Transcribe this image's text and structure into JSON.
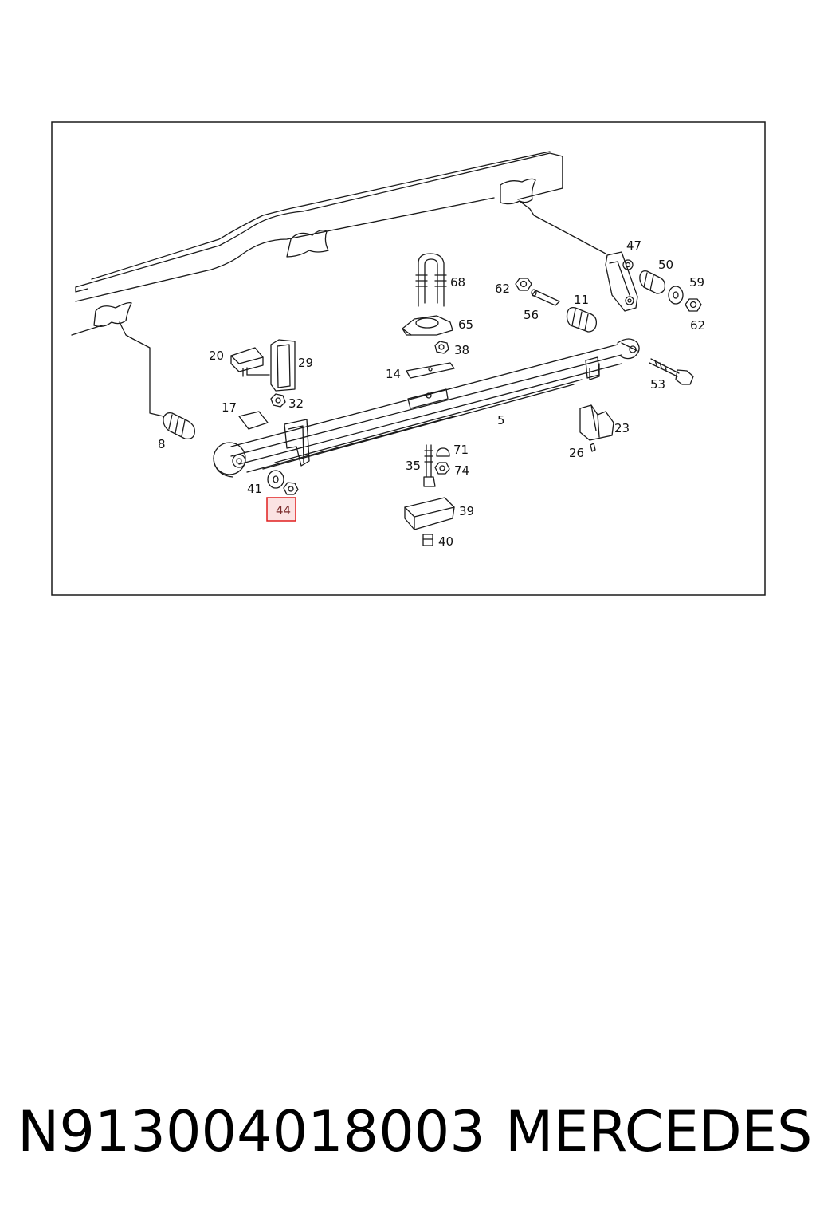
{
  "diagram": {
    "callouts": {
      "c5": "5",
      "c8": "8",
      "c11": "11",
      "c14": "14",
      "c17": "17",
      "c20": "20",
      "c23": "23",
      "c26": "26",
      "c29": "29",
      "c32": "32",
      "c35": "35",
      "c38": "38",
      "c39": "39",
      "c40": "40",
      "c41": "41",
      "c44": "44",
      "c47": "47",
      "c50": "50",
      "c53": "53",
      "c56": "56",
      "c59": "59",
      "c62a": "62",
      "c62b": "62",
      "c65": "65",
      "c68": "68",
      "c71": "71",
      "c74": "74"
    },
    "highlighted_part": "44",
    "colors": {
      "line": "#1a1a1a",
      "highlight": "#e01e1e",
      "highlight_fill": "#fbe3e3"
    }
  },
  "footer": {
    "part_number": "N913004018003",
    "brand": "MERCEDES"
  }
}
